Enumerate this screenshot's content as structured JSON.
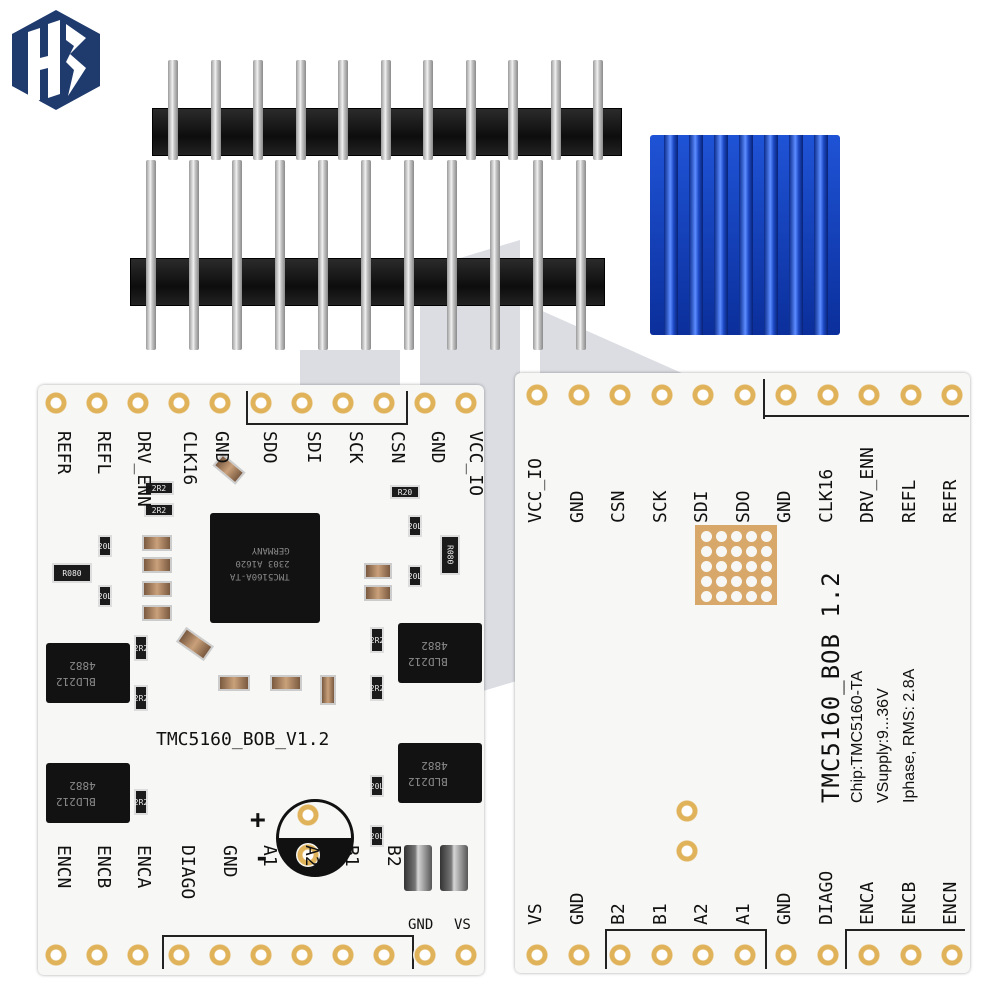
{
  "logo": {
    "text": "HS",
    "color": "#1f3b6e"
  },
  "front_board": {
    "top_labels": [
      "REFR",
      "REFL",
      "DRV_ENN",
      "CLK16",
      "GND",
      "SDO",
      "SDI",
      "SCK",
      "CSN",
      "GND",
      "VCC_IO"
    ],
    "bottom_labels": [
      "ENCN",
      "ENCB",
      "ENCA",
      "DIAGO",
      "GND",
      "A1",
      "A2",
      "B1",
      "B2"
    ],
    "bottom_power_labels": [
      "GND",
      "VS"
    ],
    "board_name": "TMC5160_BOB_V1.2",
    "chip_text": [
      "TMC5160A-TA",
      "2303 A1620",
      "GERMANY"
    ],
    "mosfet_text": [
      "BLD212",
      "4882"
    ],
    "resistor_labels": [
      "R080",
      "R080",
      "R20",
      "2R2",
      "2R2",
      "2R2",
      "2R2",
      "2R2",
      "2R2",
      "2R2",
      "20L",
      "20L",
      "20L",
      "20L",
      "20L",
      "20L"
    ],
    "cap_polarity": [
      "+",
      "-"
    ]
  },
  "back_board": {
    "top_labels": [
      "VCC_IO",
      "GND",
      "CSN",
      "SCK",
      "SDI",
      "SDO",
      "GND",
      "CLK16",
      "DRV_ENN",
      "REFL",
      "REFR"
    ],
    "bottom_labels": [
      "VS",
      "GND",
      "B2",
      "B1",
      "A2",
      "A1",
      "GND",
      "DIAGO",
      "ENCA",
      "ENCB",
      "ENCN"
    ],
    "title": "TMC5160_BOB 1.2",
    "spec_lines": [
      "Chip:TMC5160-TA",
      "VSupply:9...36V",
      "Iphase, RMS: 2.8A"
    ]
  },
  "accessories": {
    "header_pins": 11,
    "heatsink_color": "#1d4fd8"
  }
}
